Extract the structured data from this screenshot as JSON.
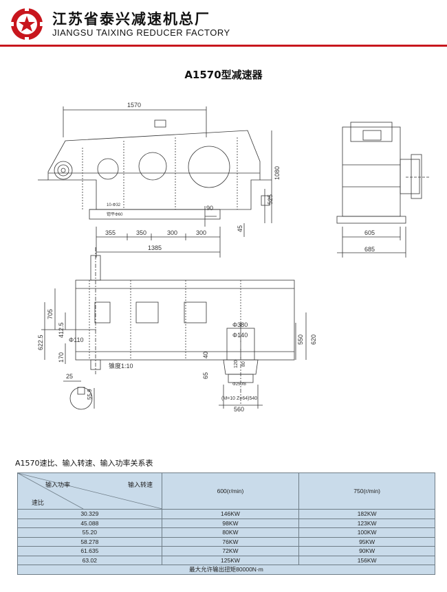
{
  "header": {
    "company_cn": "江苏省泰兴减速机总厂",
    "company_en": "JIANGSU TAIXING REDUCER FACTORY",
    "accent_color": "#c8161d"
  },
  "title": "A1570型减速器",
  "drawing": {
    "dims": {
      "d1570": "1570",
      "d1080": "1080",
      "d525": "525",
      "d90": "90",
      "d45": "45",
      "d355": "355",
      "d350": "350",
      "d300a": "300",
      "d300b": "300",
      "d1385": "1385",
      "d605": "605",
      "d685": "685",
      "d705": "705",
      "d412": "412.5",
      "d622": "622.5",
      "d170": "170",
      "phi110": "Φ110",
      "phi380": "Φ380",
      "phi140": "Φ140",
      "d550": "550",
      "d620": "620",
      "d40": "40",
      "d65": "65",
      "d120": "120",
      "d80": "80",
      "phi250": "Φ250f8",
      "d560": "560",
      "d25": "25",
      "d55": "55.9",
      "gear_note": "(M=10  Z=64)540",
      "taper": "锥度1:10",
      "bolt1": "10-Φ32",
      "bolt2": "锪平Φ60"
    }
  },
  "table": {
    "title": "A1570速比、输入转速、输入功率关系表",
    "corner": {
      "power": "输入功率",
      "speed": "输入转速",
      "ratio": "速比"
    },
    "columns": [
      "600(r/min)",
      "750(r/min)"
    ],
    "rows": [
      {
        "ratio": "30.329",
        "p600": "146KW",
        "p750": "182KW"
      },
      {
        "ratio": "45.088",
        "p600": "98KW",
        "p750": "123KW"
      },
      {
        "ratio": "55.20",
        "p600": "80KW",
        "p750": "100KW"
      },
      {
        "ratio": "58.278",
        "p600": "76KW",
        "p750": "95KW"
      },
      {
        "ratio": "61.635",
        "p600": "72KW",
        "p750": "90KW"
      },
      {
        "ratio": "63.02",
        "p600": "125KW",
        "p750": "156KW"
      }
    ],
    "footer": "最大允许输出扭矩80000N·m"
  }
}
